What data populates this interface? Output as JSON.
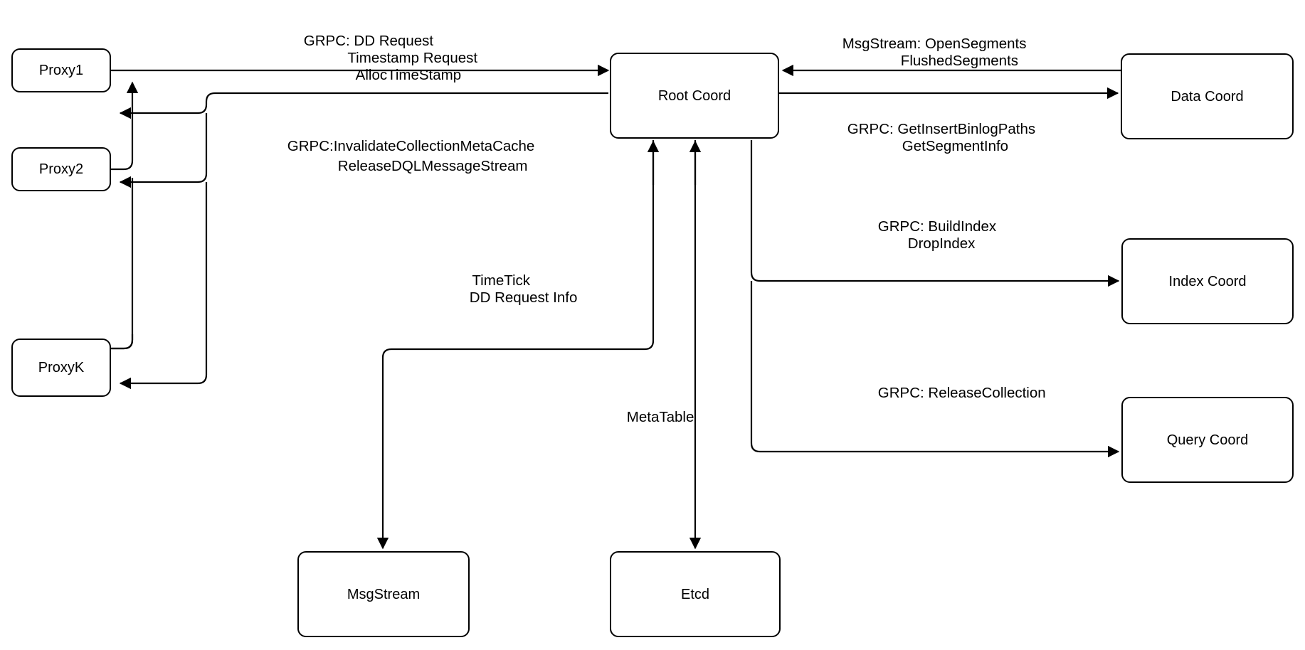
{
  "diagram": {
    "title": "Root Coord interaction diagram",
    "stroke_color": "#000000",
    "background_color": "#ffffff",
    "nodes": [
      {
        "id": "proxy1",
        "label": "Proxy1"
      },
      {
        "id": "proxy2",
        "label": "Proxy2"
      },
      {
        "id": "proxyk",
        "label": "ProxyK"
      },
      {
        "id": "root_coord",
        "label": "Root Coord"
      },
      {
        "id": "data_coord",
        "label": "Data Coord"
      },
      {
        "id": "index_coord",
        "label": "Index Coord"
      },
      {
        "id": "query_coord",
        "label": "Query Coord"
      },
      {
        "id": "msgstream",
        "label": "MsgStream"
      },
      {
        "id": "etcd",
        "label": "Etcd"
      }
    ],
    "edge_labels": [
      {
        "id": "proxy_to_root",
        "from": "proxy1",
        "to": "root_coord",
        "lines": [
          "GRPC: DD Request",
          "Timestamp Request",
          "AllocTimeStamp"
        ]
      },
      {
        "id": "root_to_proxy",
        "from": "root_coord",
        "to": "proxy1",
        "lines": [
          "GRPC:InvalidateCollectionMetaCache",
          "ReleaseDQLMessageStream"
        ]
      },
      {
        "id": "data_to_root",
        "from": "data_coord",
        "to": "root_coord",
        "lines": [
          "MsgStream: OpenSegments",
          "FlushedSegments"
        ]
      },
      {
        "id": "root_to_data",
        "from": "root_coord",
        "to": "data_coord",
        "lines": [
          "GRPC: GetInsertBinlogPaths",
          "GetSegmentInfo"
        ]
      },
      {
        "id": "root_to_index",
        "from": "root_coord",
        "to": "index_coord",
        "lines": [
          "GRPC: BuildIndex",
          "DropIndex"
        ]
      },
      {
        "id": "root_to_query",
        "from": "root_coord",
        "to": "query_coord",
        "lines": [
          "GRPC: ReleaseCollection"
        ]
      },
      {
        "id": "root_to_msgstream",
        "from": "root_coord",
        "to": "msgstream",
        "lines": [
          "TimeTick",
          "DD Request Info"
        ]
      },
      {
        "id": "root_to_etcd",
        "from": "root_coord",
        "to": "etcd",
        "lines": [
          "MetaTable"
        ]
      }
    ],
    "labels": {
      "proxy_to_root_l1": "GRPC: DD Request",
      "proxy_to_root_l2": "Timestamp Request",
      "proxy_to_root_l3": "AllocTimeStamp",
      "root_to_proxy_l1": "GRPC:InvalidateCollectionMetaCache",
      "root_to_proxy_l2": "ReleaseDQLMessageStream",
      "data_to_root_l1": "MsgStream: OpenSegments",
      "data_to_root_l2": "FlushedSegments",
      "root_to_data_l1": "GRPC: GetInsertBinlogPaths",
      "root_to_data_l2": "GetSegmentInfo",
      "root_to_index_l1": "GRPC: BuildIndex",
      "root_to_index_l2": "DropIndex",
      "root_to_query_l1": "GRPC: ReleaseCollection",
      "root_to_msgstream_l1": "TimeTick",
      "root_to_msgstream_l2": "DD Request Info",
      "root_to_etcd_l1": "MetaTable"
    },
    "node_labels": {
      "proxy1": "Proxy1",
      "proxy2": "Proxy2",
      "proxyk": "ProxyK",
      "root_coord": "Root Coord",
      "data_coord": "Data Coord",
      "index_coord": "Index Coord",
      "query_coord": "Query Coord",
      "msgstream": "MsgStream",
      "etcd": "Etcd"
    }
  }
}
